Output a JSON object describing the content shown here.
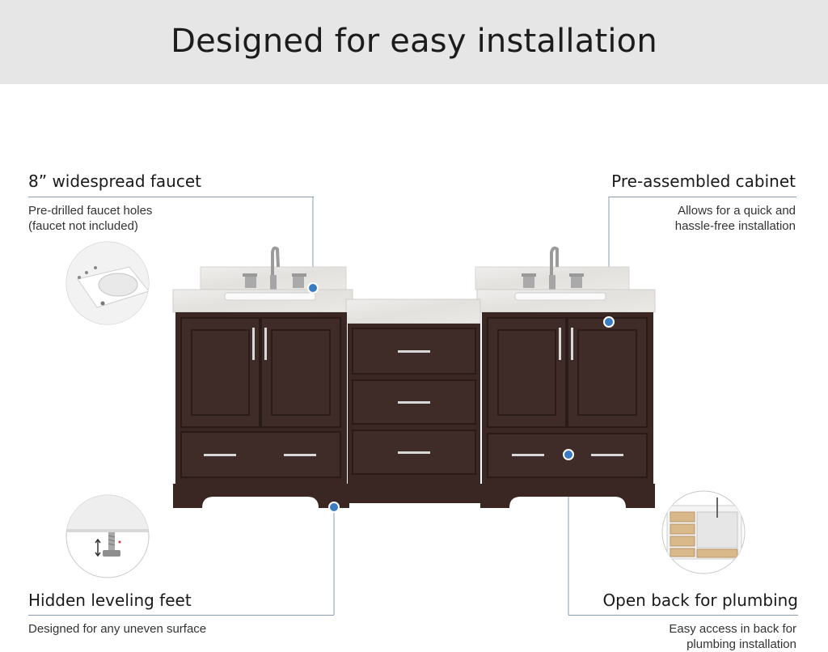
{
  "header": {
    "title": "Designed for easy installation"
  },
  "features": {
    "faucet": {
      "title": "8” widespread faucet",
      "desc_line1": "Pre-drilled faucet holes",
      "desc_line2": "(faucet not included)"
    },
    "cabinet": {
      "title": "Pre-assembled cabinet",
      "desc_line1": "Allows for  a quick and",
      "desc_line2": "hassle-free installation"
    },
    "feet": {
      "title": "Hidden leveling feet",
      "desc_line1": "Designed for any uneven surface"
    },
    "plumbing": {
      "title": "Open back for plumbing",
      "desc_line1": "Easy access in back for",
      "desc_line2": "plumbing installation"
    }
  },
  "colors": {
    "banner": "#e6e6e6",
    "cabinet": "#3a2724",
    "countertop": "#e8e6e3",
    "marker": "#3a7cc4",
    "leader": "#8a9bb2"
  },
  "icons": [
    "sink-detail-icon",
    "leveling-foot-icon",
    "open-back-icon",
    "marker-dot-icon"
  ]
}
